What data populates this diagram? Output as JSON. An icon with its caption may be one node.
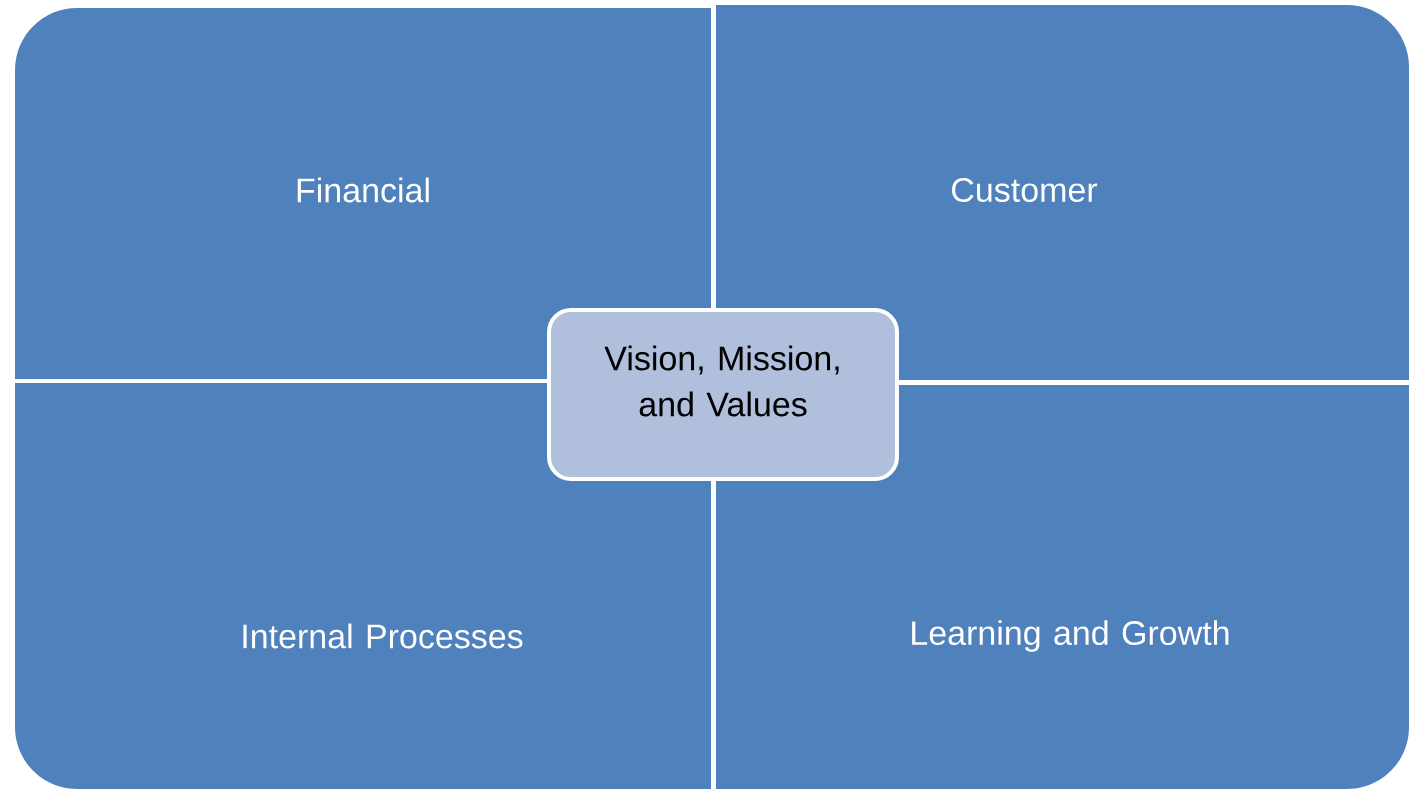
{
  "diagram": {
    "nodes": [
      {
        "text": [
          "Financial"
        ]
      },
      {
        "text": [
          "Customer"
        ]
      },
      {
        "text": [
          "Vision, Mission, and Values"
        ]
      },
      {
        "text": [
          "Internal Processes"
        ]
      },
      {
        "text": [
          "Learning and Growth"
        ]
      }
    ]
  }
}
